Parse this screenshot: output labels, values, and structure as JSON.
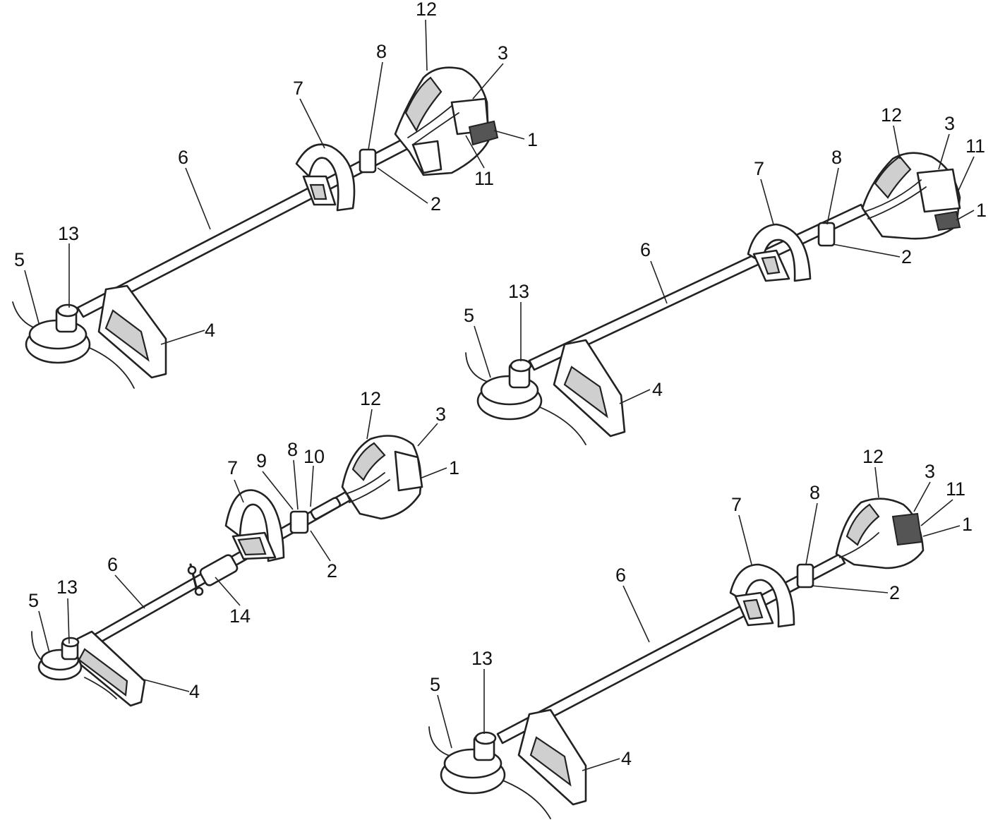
{
  "figure": {
    "units": [
      {
        "id": "top-left",
        "callouts": [
          "12",
          "8",
          "3",
          "7",
          "1",
          "6",
          "11",
          "2",
          "13",
          "5",
          "4"
        ]
      },
      {
        "id": "top-right",
        "callouts": [
          "12",
          "3",
          "11",
          "8",
          "7",
          "1",
          "6",
          "2",
          "13",
          "5",
          "4"
        ]
      },
      {
        "id": "bottom-left",
        "callouts": [
          "12",
          "3",
          "8",
          "10",
          "9",
          "7",
          "1",
          "6",
          "2",
          "13",
          "5",
          "14",
          "4"
        ]
      },
      {
        "id": "bottom-right",
        "callouts": [
          "12",
          "3",
          "11",
          "8",
          "7",
          "1",
          "6",
          "2",
          "13",
          "5",
          "4"
        ]
      }
    ]
  }
}
